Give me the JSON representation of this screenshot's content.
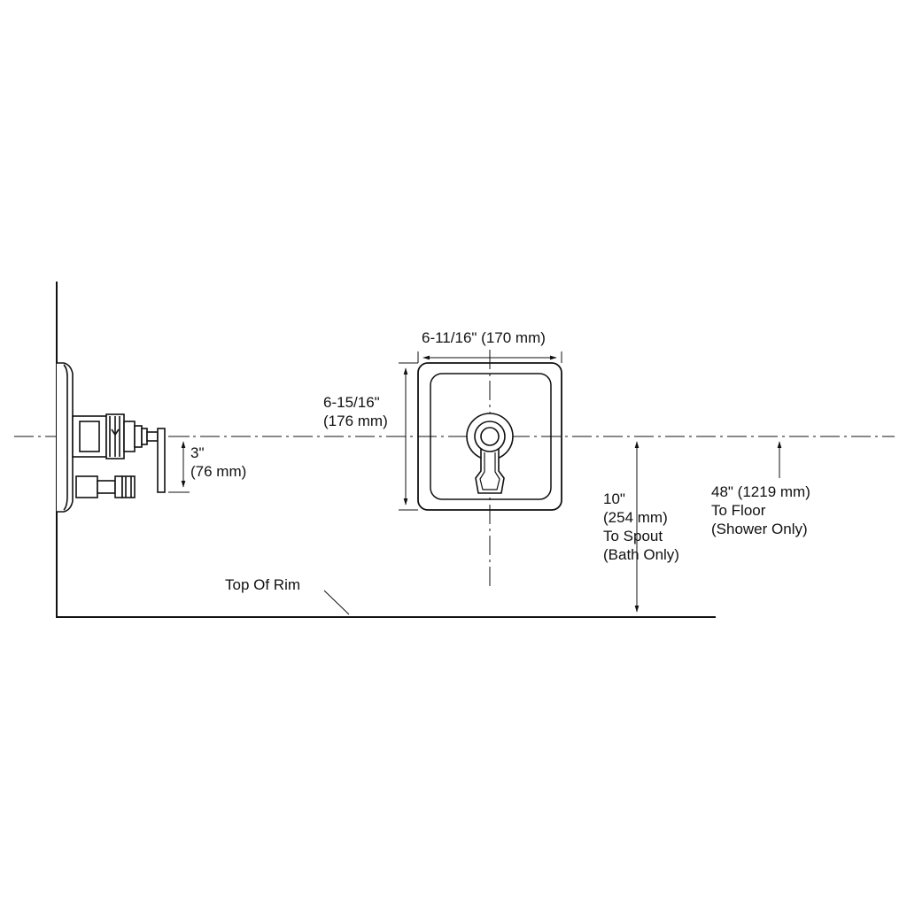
{
  "colors": {
    "line": "#111111",
    "background": "#ffffff"
  },
  "dimensions": {
    "plate_width": "6-11/16\" (170 mm)",
    "plate_height": [
      "6-15/16\"",
      "(176 mm)"
    ],
    "handle_offset": [
      "3\"",
      "(76 mm)"
    ],
    "spout_height": [
      "10\"",
      "(254 mm)",
      "To Spout",
      "(Bath Only)"
    ],
    "floor_height": [
      "48\" (1219 mm)",
      "To Floor",
      "(Shower Only)"
    ]
  },
  "labels": {
    "rim": "Top Of Rim"
  }
}
